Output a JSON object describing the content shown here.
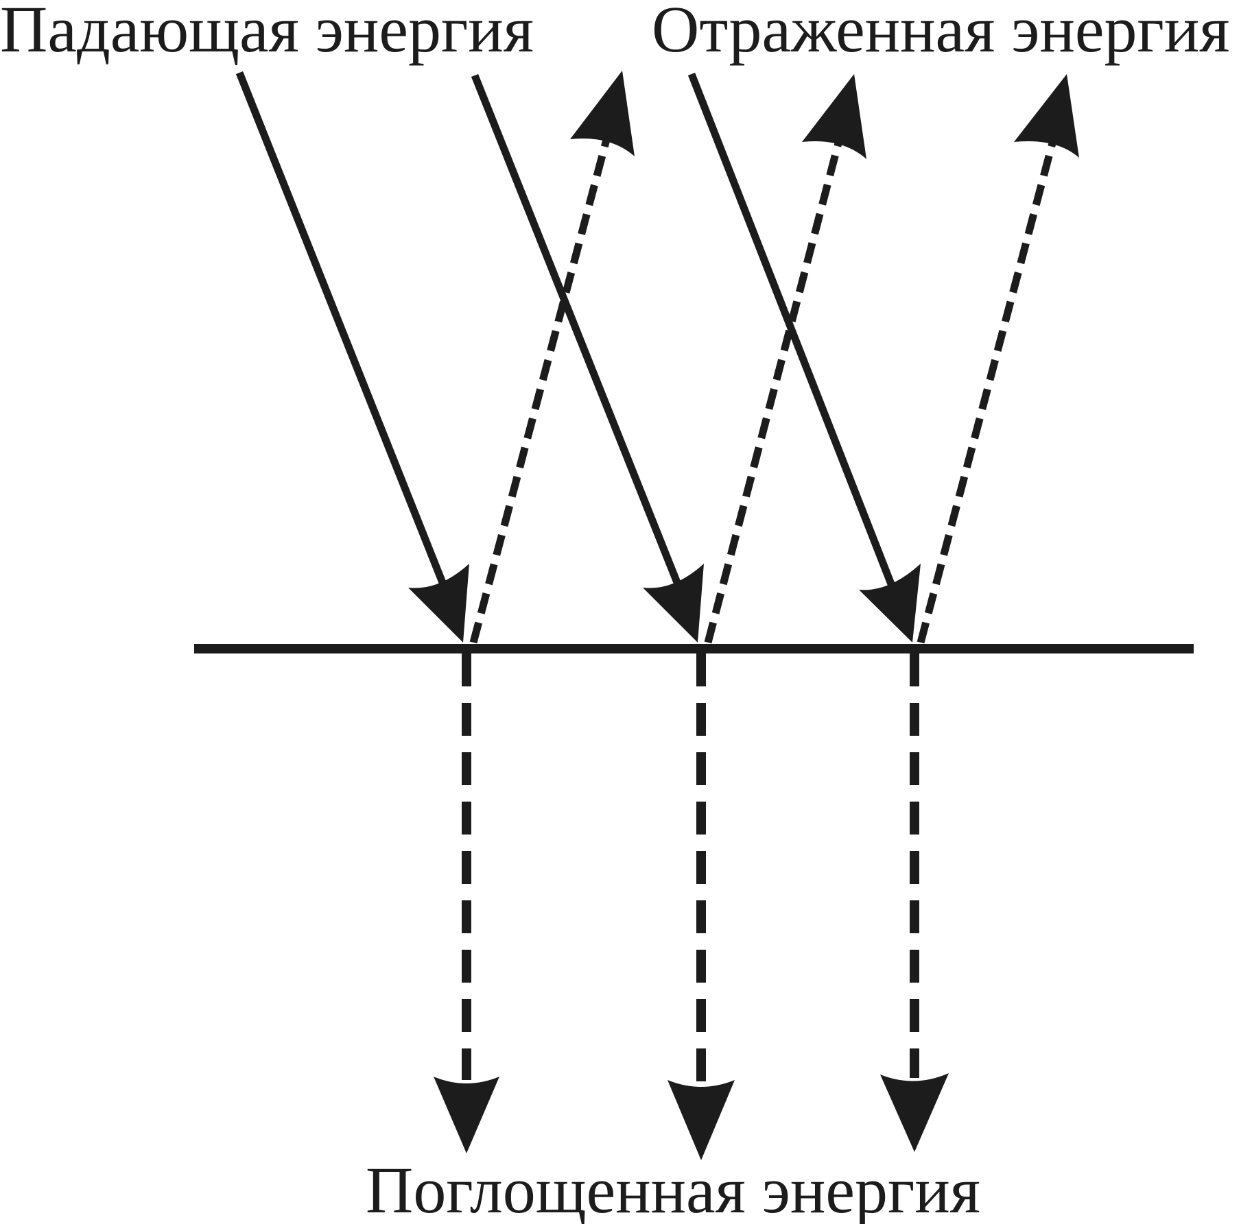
{
  "labels": {
    "incident": "Падающая энергия",
    "reflected": "Отраженная энергия",
    "absorbed": "Поглощенная энергия"
  },
  "colors": {
    "ink": "#1c1c1c",
    "background": "#ffffff"
  },
  "rays": [
    {
      "id": 1
    },
    {
      "id": 2
    },
    {
      "id": 3
    }
  ]
}
